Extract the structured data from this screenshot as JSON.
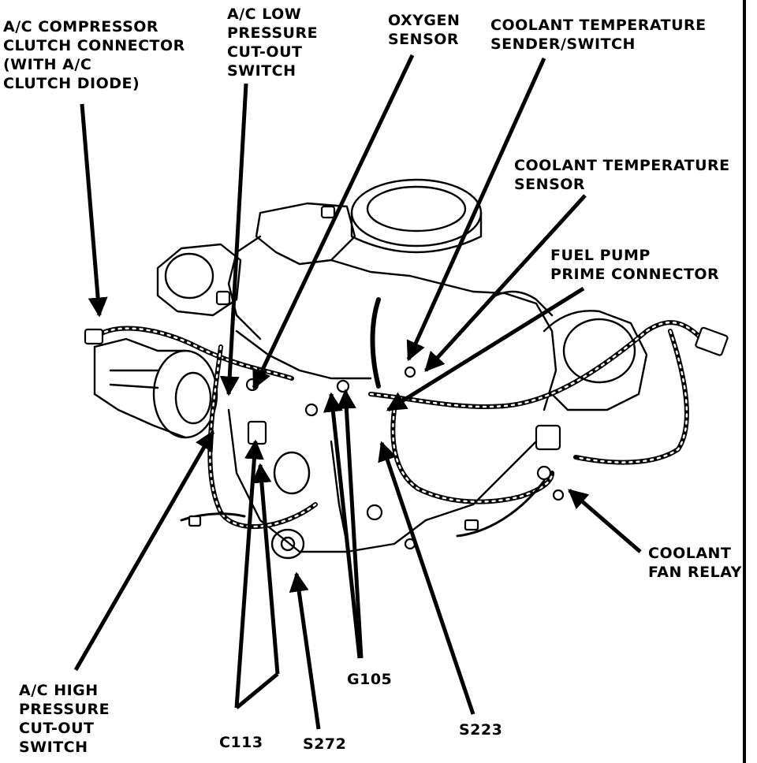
{
  "callouts": {
    "ac_compressor_clutch_connector": "A/C COMPRESSOR\nCLUTCH CONNECTOR\n(WITH A/C\nCLUTCH DIODE)",
    "ac_low_pressure_switch": "A/C LOW\nPRESSURE\nCUT-OUT\nSWITCH",
    "oxygen_sensor": "OXYGEN\nSENSOR",
    "coolant_temperature_sender_switch": "COOLANT TEMPERATURE\nSENDER/SWITCH",
    "coolant_temperature_sensor": "COOLANT TEMPERATURE\nSENSOR",
    "fuel_pump_prime_connector": "FUEL PUMP\nPRIME CONNECTOR",
    "coolant_fan_relay": "COOLANT\nFAN RELAY",
    "ac_high_pressure_switch": "A/C HIGH\nPRESSURE\nCUT-OUT\nSWITCH",
    "c113": "C113",
    "s272": "S272",
    "g105": "G105",
    "s223": "S223"
  }
}
